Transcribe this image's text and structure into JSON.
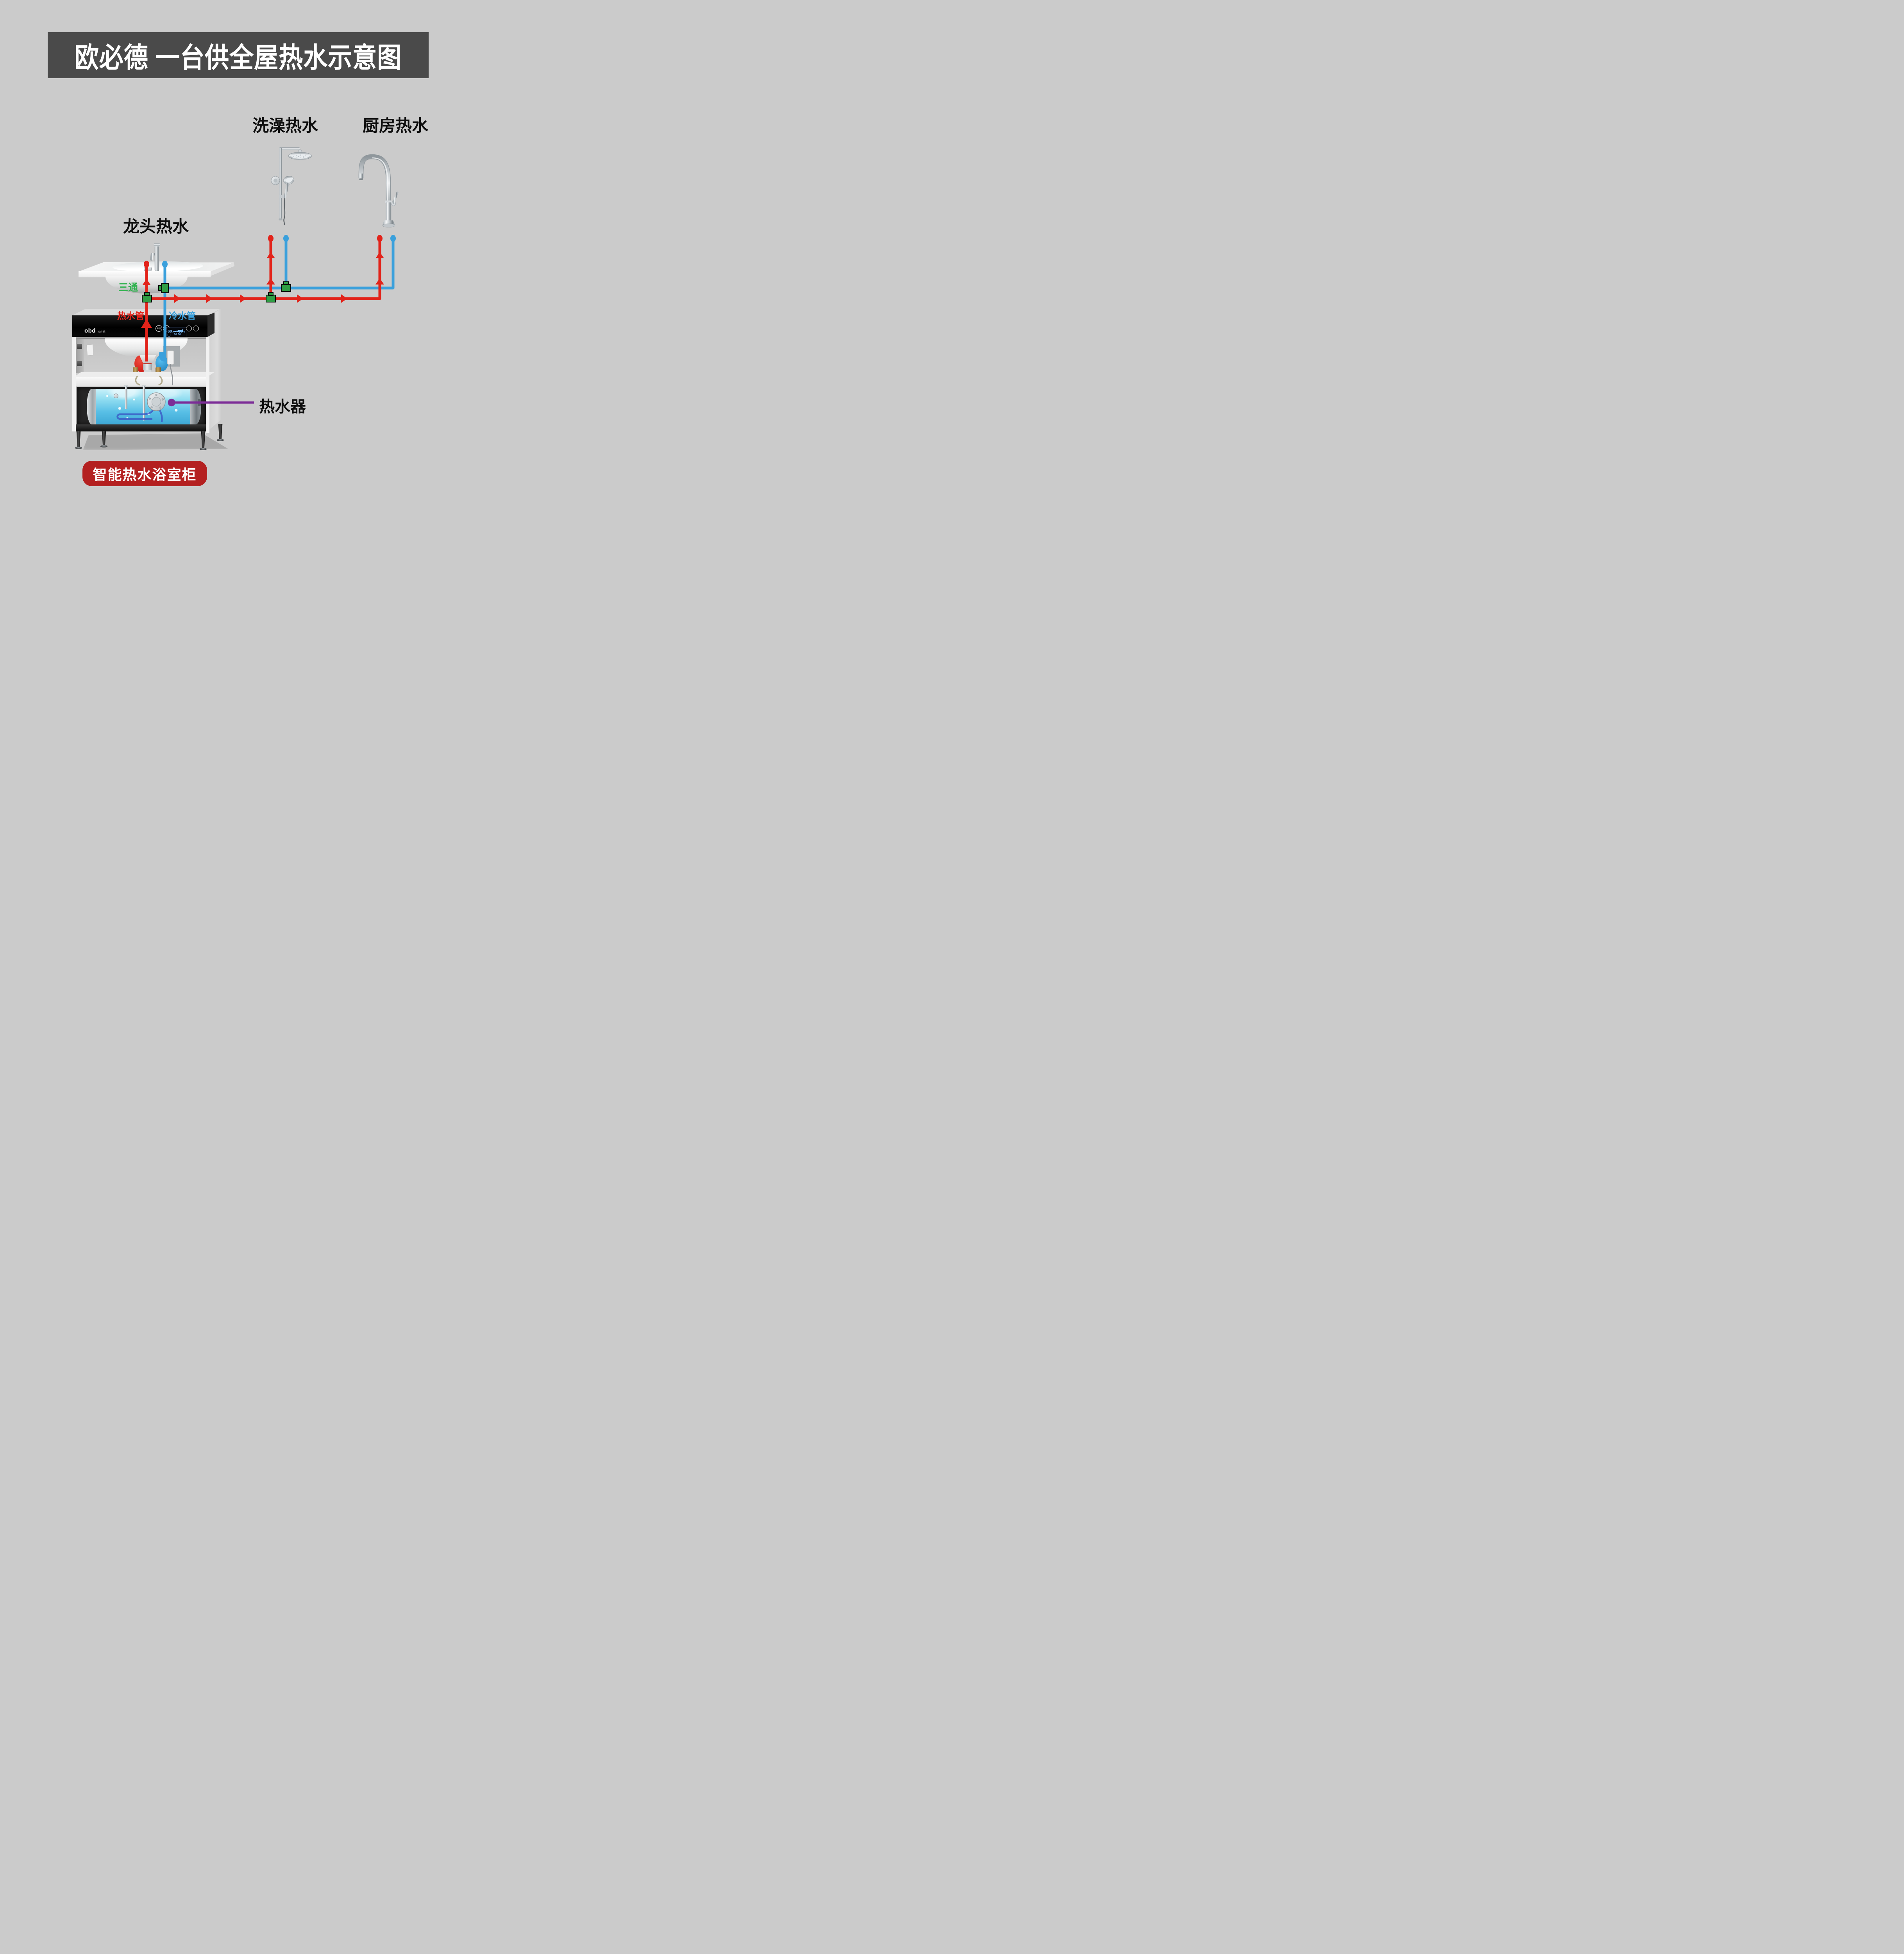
{
  "title": "欧必德 一台供全屋热水示意图",
  "callouts": {
    "shower": "洗澡热水",
    "kitchen": "厨房热水",
    "basin": "龙头热水",
    "tee": "三通",
    "hot_pipe": "热水管",
    "cold_pipe": "冷水管",
    "heater": "热水器",
    "badge": "智能热水浴室柜"
  },
  "panel": {
    "brand": "obd",
    "brand_cn": "欧必德",
    "buttons": {
      "power": "开/关",
      "set": "设",
      "plus": "+",
      "minus": "−"
    },
    "display": {
      "left_temp": "60",
      "left_unit": "℃",
      "right_temp": "50",
      "right_unit": "℃",
      "time": "10:00"
    }
  },
  "colors": {
    "hot": "#e2231a",
    "cold": "#3aa0dc",
    "tee": "#2f9e44",
    "tee_label": "#2eb24d",
    "callout_line": "#7c2d97",
    "badge": "#b42020",
    "banner": "#4a4a4a",
    "background": "#cbcbcb"
  }
}
